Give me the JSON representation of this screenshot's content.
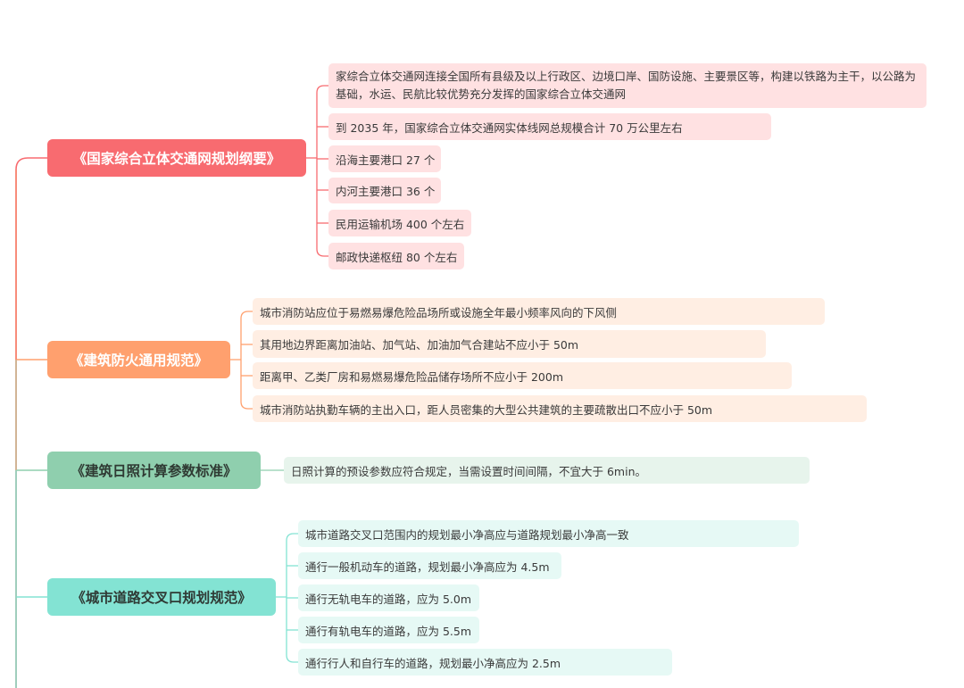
{
  "colors": {
    "red": "#f86b70",
    "orange": "#ffa06e",
    "green": "#8fcfae",
    "teal": "#83e3d3"
  },
  "branches": [
    {
      "title": "《国家综合立体交通网规划纲要》",
      "color": "red",
      "items": [
        "家综合立体交通网连接全国所有县级及以上行政区、边境口岸、国防设施、主要景区等，构建以铁路为主干，以公路为基础，水运、民航比较优势充分发挥的国家综合立体交通网",
        "到 2035 年，国家综合立体交通网实体线网总规模合计 70 万公里左右",
        "沿海主要港口 27 个",
        "内河主要港口 36 个",
        "民用运输机场 400 个左右",
        "邮政快递枢纽 80 个左右"
      ]
    },
    {
      "title": "《建筑防火通用规范》",
      "color": "orange",
      "items": [
        "城市消防站应位于易燃易爆危险品场所或设施全年最小频率风向的下风侧",
        "其用地边界距离加油站、加气站、加油加气合建站不应小于 50m",
        "距离甲、乙类厂房和易燃易爆危险品储存场所不应小于 200m",
        "城市消防站执勤车辆的主出入口，距人员密集的大型公共建筑的主要疏散出口不应小于 50m"
      ]
    },
    {
      "title": "《建筑日照计算参数标准》",
      "color": "green",
      "items": [
        "日照计算的预设参数应符合规定，当需设置时间间隔，不宜大于 6min。"
      ]
    },
    {
      "title": "《城市道路交叉口规划规范》",
      "color": "teal",
      "items": [
        "城市道路交叉口范围内的规划最小净高应与道路规划最小净高一致",
        "通行一般机动车的道路，规划最小净高应为 4.5m",
        "通行无轨电车的道路，应为 5.0m",
        "通行有轨电车的道路，应为 5.5m",
        "通行行人和自行车的道路，规划最小净高应为 2.5m"
      ]
    }
  ]
}
